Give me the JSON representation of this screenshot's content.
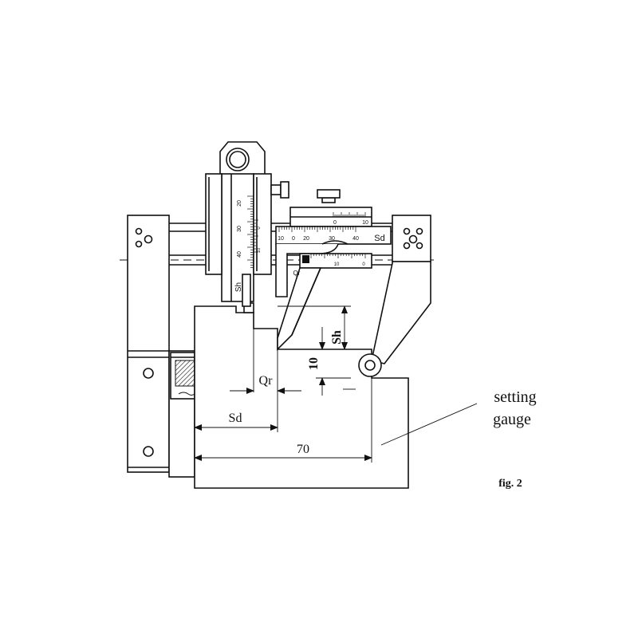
{
  "figure": {
    "caption": "fig. 2",
    "callout_line1": "setting",
    "callout_line2": "gauge"
  },
  "dimensions": {
    "sd": "Sd",
    "qr": "Qr",
    "sh": "Sh",
    "ten": "10",
    "seventy": "70"
  },
  "scales": {
    "vertical_label": "Sh",
    "vertical_ticks": [
      "20",
      "30",
      "40"
    ],
    "vertical_vernier": [
      "0",
      "10"
    ],
    "top_vernier": [
      "0",
      "10"
    ],
    "main_ticks": [
      "10",
      "0",
      "20",
      "30",
      "40"
    ],
    "main_label": "Sd",
    "lower_vernier": [
      "10",
      "0"
    ],
    "lower_label": "Qr"
  }
}
